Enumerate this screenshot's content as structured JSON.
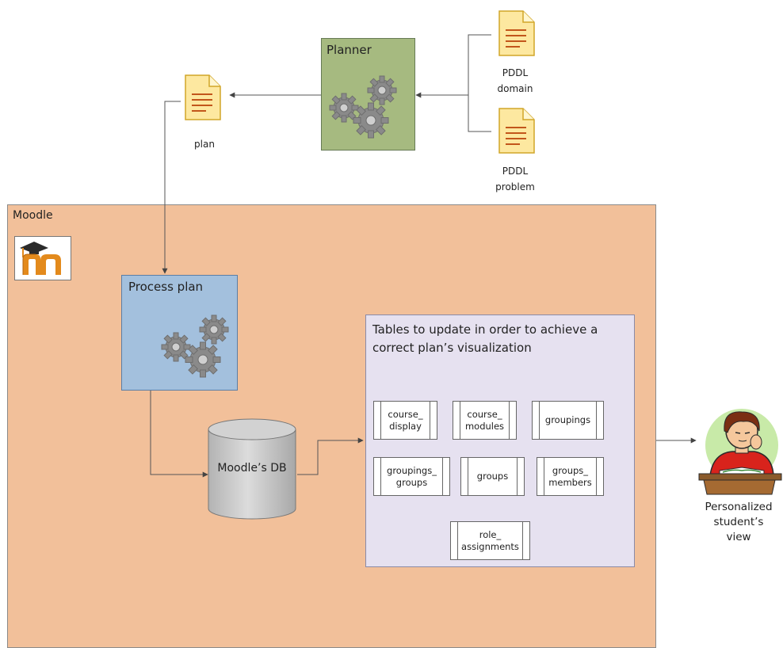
{
  "documents": {
    "plan": "plan",
    "pddl_domain": "PDDL\ndomain",
    "pddl_problem": "PDDL\nproblem"
  },
  "planner": {
    "title": "Planner"
  },
  "moodle": {
    "label": "Moodle",
    "process_plan": {
      "title": "Process plan"
    },
    "database": {
      "label": "Moodle’s DB"
    },
    "tables_box": {
      "title": "Tables to update in order to achieve a correct plan’s visualization",
      "tables": [
        "course_\ndisplay",
        "course_\nmodules",
        "groupings",
        "groupings_\ngroups",
        "groups",
        "groups_\nmembers",
        "role_\nassignments"
      ]
    }
  },
  "output": {
    "label": "Personalized\nstudent’s\nview"
  },
  "colors": {
    "moodle_area": "#f2c09a",
    "planner": "#a6ba80",
    "process_plan": "#a3c0dd",
    "tables_box": "#e6e1f0",
    "database": "#c8c8c8",
    "document": "#fde8a0"
  }
}
